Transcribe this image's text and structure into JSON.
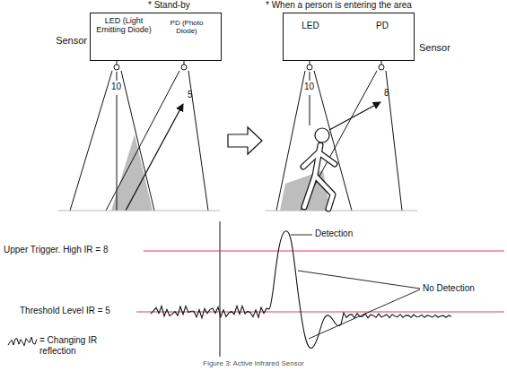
{
  "diagram": {
    "caption": "Figure 3: Active Infrared Sensor",
    "nodes": [
      {
        "text": [
          "Sensor",
          "LED (Light Emitting Diode)",
          "PD (Photo Diode)"
        ]
      },
      {
        "text": [
          "LED",
          "PD",
          "Sensor"
        ]
      }
    ],
    "labels": [
      "* Stand-by",
      "* When a person is entering the area",
      "10",
      "5",
      "10",
      "8",
      "Upper Trigger. High IR = 8",
      "Threshold Level IR = 5",
      "Detection",
      "No Detection"
    ],
    "legend": [
      {
        "text": "= Changing IR reflection"
      }
    ]
  }
}
